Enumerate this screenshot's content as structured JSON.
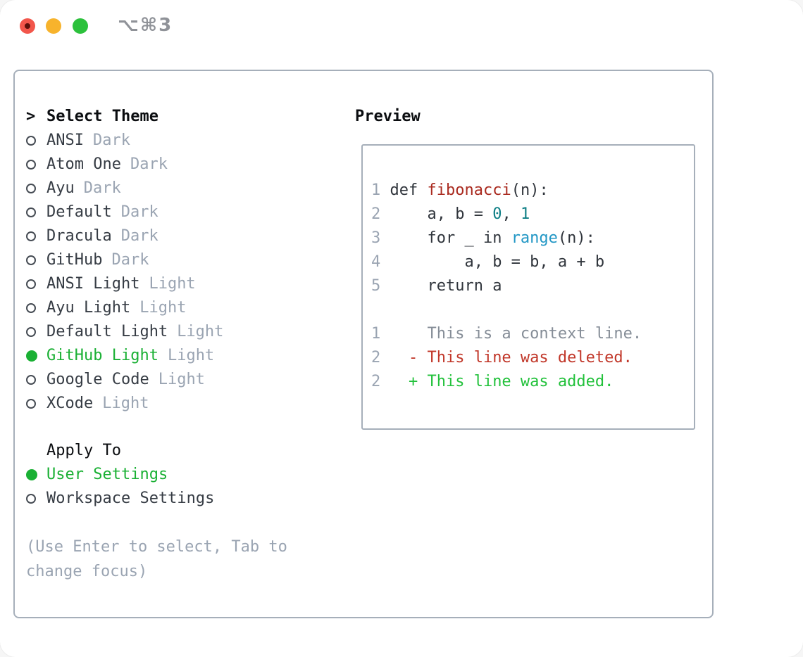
{
  "window": {
    "title": "⌥⌘3",
    "traffic_lights": [
      "close",
      "minimize",
      "zoom"
    ]
  },
  "theme_picker": {
    "prompt": ">",
    "title": "Select Theme",
    "themes": [
      {
        "name": "ANSI",
        "variant": "Dark",
        "selected": false
      },
      {
        "name": "Atom One",
        "variant": "Dark",
        "selected": false
      },
      {
        "name": "Ayu",
        "variant": "Dark",
        "selected": false
      },
      {
        "name": "Default",
        "variant": "Dark",
        "selected": false
      },
      {
        "name": "Dracula",
        "variant": "Dark",
        "selected": false
      },
      {
        "name": "GitHub",
        "variant": "Dark",
        "selected": false
      },
      {
        "name": "ANSI Light",
        "variant": "Light",
        "selected": false
      },
      {
        "name": "Ayu Light",
        "variant": "Light",
        "selected": false
      },
      {
        "name": "Default Light",
        "variant": "Light",
        "selected": false
      },
      {
        "name": "GitHub Light",
        "variant": "Light",
        "selected": true
      },
      {
        "name": "Google Code",
        "variant": "Light",
        "selected": false
      },
      {
        "name": "XCode",
        "variant": "Light",
        "selected": false
      }
    ],
    "apply_to": {
      "title": "Apply To",
      "options": [
        {
          "name": "User Settings",
          "selected": true
        },
        {
          "name": "Workspace Settings",
          "selected": false
        }
      ]
    },
    "hint_lines": [
      "(Use Enter to select, Tab to",
      "change focus)"
    ]
  },
  "preview": {
    "title": "Preview",
    "code_lines": [
      {
        "num": "1",
        "segments": [
          [
            " def ",
            "plain"
          ],
          [
            "fibonacci",
            "func"
          ],
          [
            "(n):",
            "plain"
          ]
        ]
      },
      {
        "num": "2",
        "segments": [
          [
            "     a, b = ",
            "plain"
          ],
          [
            "0",
            "number"
          ],
          [
            ", ",
            "plain"
          ],
          [
            "1",
            "number"
          ]
        ]
      },
      {
        "num": "3",
        "segments": [
          [
            "     for _ in ",
            "plain"
          ],
          [
            "range",
            "builtin"
          ],
          [
            "(n):",
            "plain"
          ]
        ]
      },
      {
        "num": "4",
        "segments": [
          [
            "         a, b = b, a + b",
            "plain"
          ]
        ]
      },
      {
        "num": "5",
        "segments": [
          [
            "     return a",
            "plain"
          ]
        ]
      }
    ],
    "diff_lines": [
      {
        "num": "1",
        "body": "     This is a context line.",
        "type": "context"
      },
      {
        "num": "2",
        "body": "   - This line was deleted.",
        "type": "deleted"
      },
      {
        "num": "2",
        "body": "   + This line was added.",
        "type": "added"
      }
    ]
  },
  "colors": {
    "selection_green": "#1ab034",
    "diff_added_green": "#22c13b",
    "diff_deleted_red": "#c13729",
    "diff_context_gray": "#858d97",
    "syntax_function_red": "#aa2b20",
    "syntax_number_teal": "#0d7e85",
    "syntax_builtin_blue": "#2297c5",
    "line_number_gray": "#9aa4b2",
    "muted_text": "#9aa4b2",
    "dark_text": "#363c44",
    "panel_border": "#a6afba",
    "traffic_red": "#f2564b",
    "traffic_yellow": "#f7b32c",
    "traffic_green": "#2cc13c"
  }
}
